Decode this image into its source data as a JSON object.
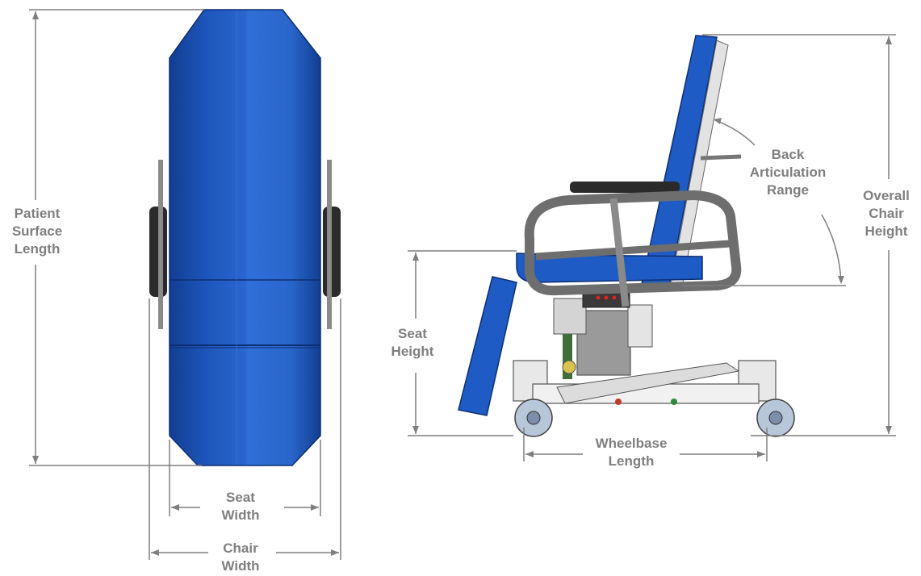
{
  "colors": {
    "dimension": "#7f7f7f",
    "upholstery": "#1f5bc4",
    "upholstery_dark": "#123e93",
    "frame": "#6e6e6e",
    "metal": "#c8c8c8",
    "wheel": "#9fb0c8"
  },
  "labels": {
    "patient_surface_length": [
      "Patient",
      "Surface",
      "Length"
    ],
    "seat_width": [
      "Seat",
      "Width"
    ],
    "chair_width": [
      "Chair",
      "Width"
    ],
    "back_articulation_range": [
      "Back",
      "Articulation",
      "Range"
    ],
    "overall_chair_height": [
      "Overall",
      "Chair",
      "Height"
    ],
    "seat_height": [
      "Seat",
      "Height"
    ],
    "wheelbase_length": [
      "Wheelbase",
      "Length"
    ]
  }
}
